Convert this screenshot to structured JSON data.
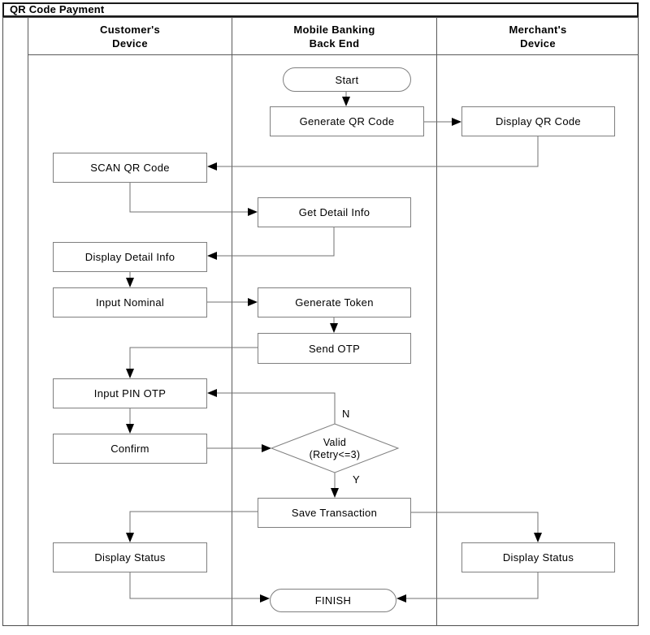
{
  "title": "QR Code Payment",
  "lanes": [
    {
      "id": "customer-device",
      "line1": "Customer's",
      "line2": "Device"
    },
    {
      "id": "mobile-banking-back-end",
      "line1": "Mobile Banking",
      "line2": "Back End"
    },
    {
      "id": "merchant-device",
      "line1": "Merchant's",
      "line2": "Device"
    }
  ],
  "nodes": {
    "start": "Start",
    "generate_qr": "Generate QR Code",
    "display_qr": "Display QR Code",
    "scan_qr": "SCAN QR Code",
    "get_detail": "Get Detail Info",
    "display_detail": "Display Detail Info",
    "input_nominal": "Input Nominal",
    "generate_token": "Generate Token",
    "send_otp": "Send OTP",
    "input_pin": "Input PIN OTP",
    "confirm": "Confirm",
    "decision_line1": "Valid",
    "decision_line2": "(Retry<=3)",
    "save_transaction": "Save Transaction",
    "display_status_customer": "Display Status",
    "display_status_merchant": "Display Status",
    "finish": "FINISH"
  },
  "branch_labels": {
    "no": "N",
    "yes": "Y"
  },
  "colors": {
    "background": "#ffffff",
    "title_frame": "#1a1a1a",
    "lane_border": "#5a5a5a",
    "box_border": "#7f7f7f",
    "connector": "#707070",
    "arrowhead": "#000000",
    "text": "#000000"
  }
}
